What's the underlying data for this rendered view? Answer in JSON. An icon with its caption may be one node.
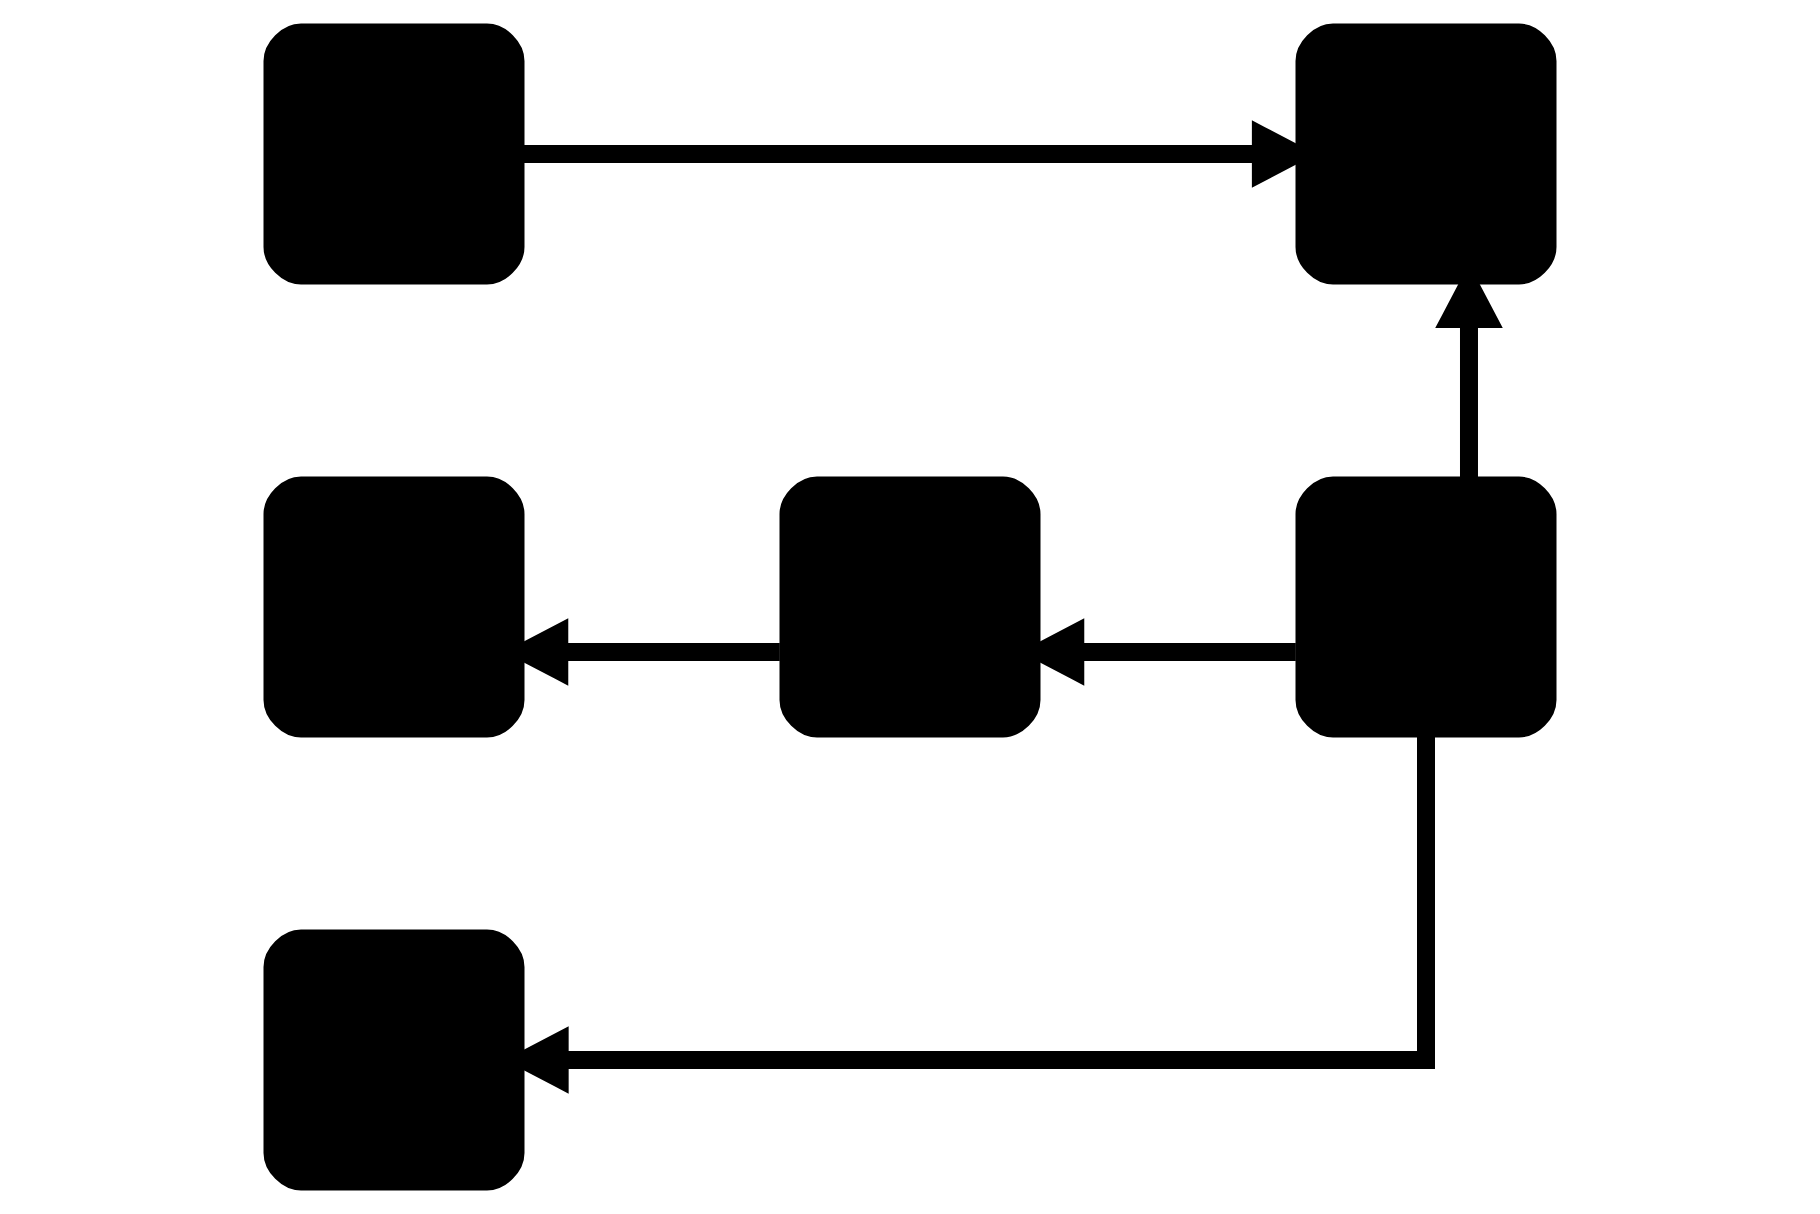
{
  "diagram": {
    "nodes": [
      {
        "text": [],
        "shape": "box"
      },
      {
        "text": [],
        "shape": "box"
      },
      {
        "text": [],
        "shape": "box"
      },
      {
        "text": [],
        "shape": "box"
      },
      {
        "text": [],
        "shape": "box"
      },
      {
        "text": [],
        "shape": "box"
      }
    ],
    "edges": [
      {
        "from": 0,
        "to": 1,
        "arrow": "to"
      },
      {
        "from": 4,
        "to": 1,
        "arrow": "to"
      },
      {
        "from": 4,
        "to": 3,
        "arrow": "to"
      },
      {
        "from": 3,
        "to": 2,
        "arrow": "to"
      },
      {
        "from": 4,
        "to": 5,
        "arrow": "to"
      }
    ]
  }
}
